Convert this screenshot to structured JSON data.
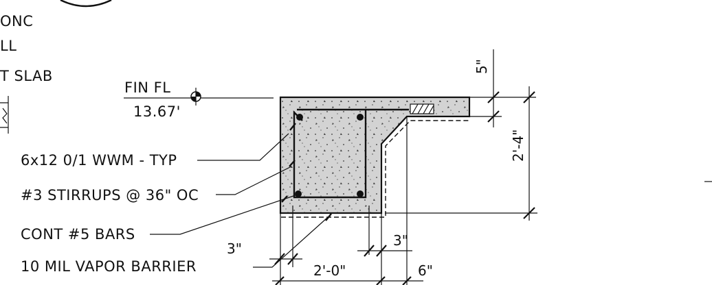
{
  "partial_labels": {
    "top1": "ONC",
    "top2": "LL",
    "slab": "T SLAB"
  },
  "elevation": {
    "label": "FIN FL",
    "value": "13.67'"
  },
  "callouts": {
    "wwm": "6x12 0/1 WWM - TYP",
    "stirrups": "#3 STIRRUPS @ 36\" OC",
    "bars": "CONT #5 BARS",
    "vapor": "10 MIL VAPOR BARRIER"
  },
  "dimensions": {
    "slab": "5\"",
    "depth": "2'-4\"",
    "left_3": "3\"",
    "right_3": "3\"",
    "width": "2'-0\"",
    "six": "6\""
  }
}
